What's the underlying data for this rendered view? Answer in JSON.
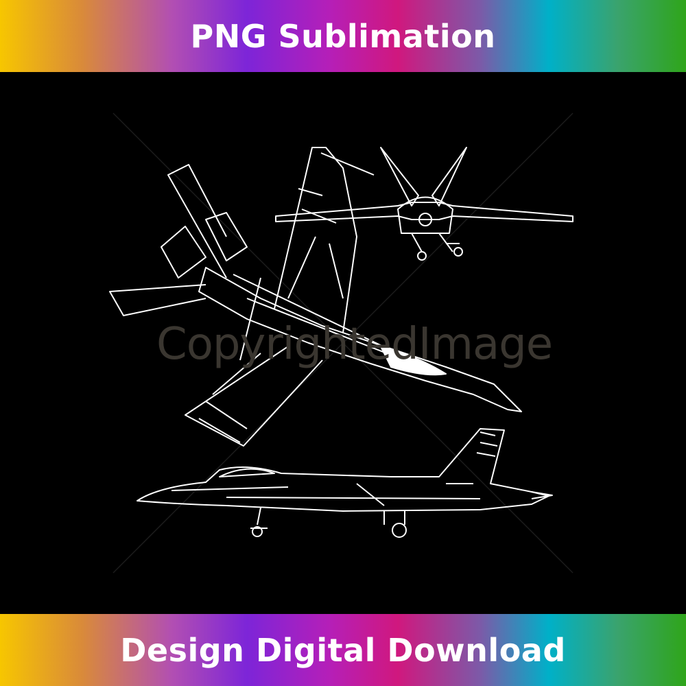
{
  "header": {
    "title": "PNG Sublimation"
  },
  "footer": {
    "title": "Design Digital Download"
  },
  "artwork": {
    "watermark": "CopyrightedImage",
    "views": [
      "perspective-view",
      "front-view",
      "side-view"
    ]
  },
  "colors": {
    "background": "#000000",
    "linework": "#ffffff",
    "banner_text": "#ffffff"
  }
}
